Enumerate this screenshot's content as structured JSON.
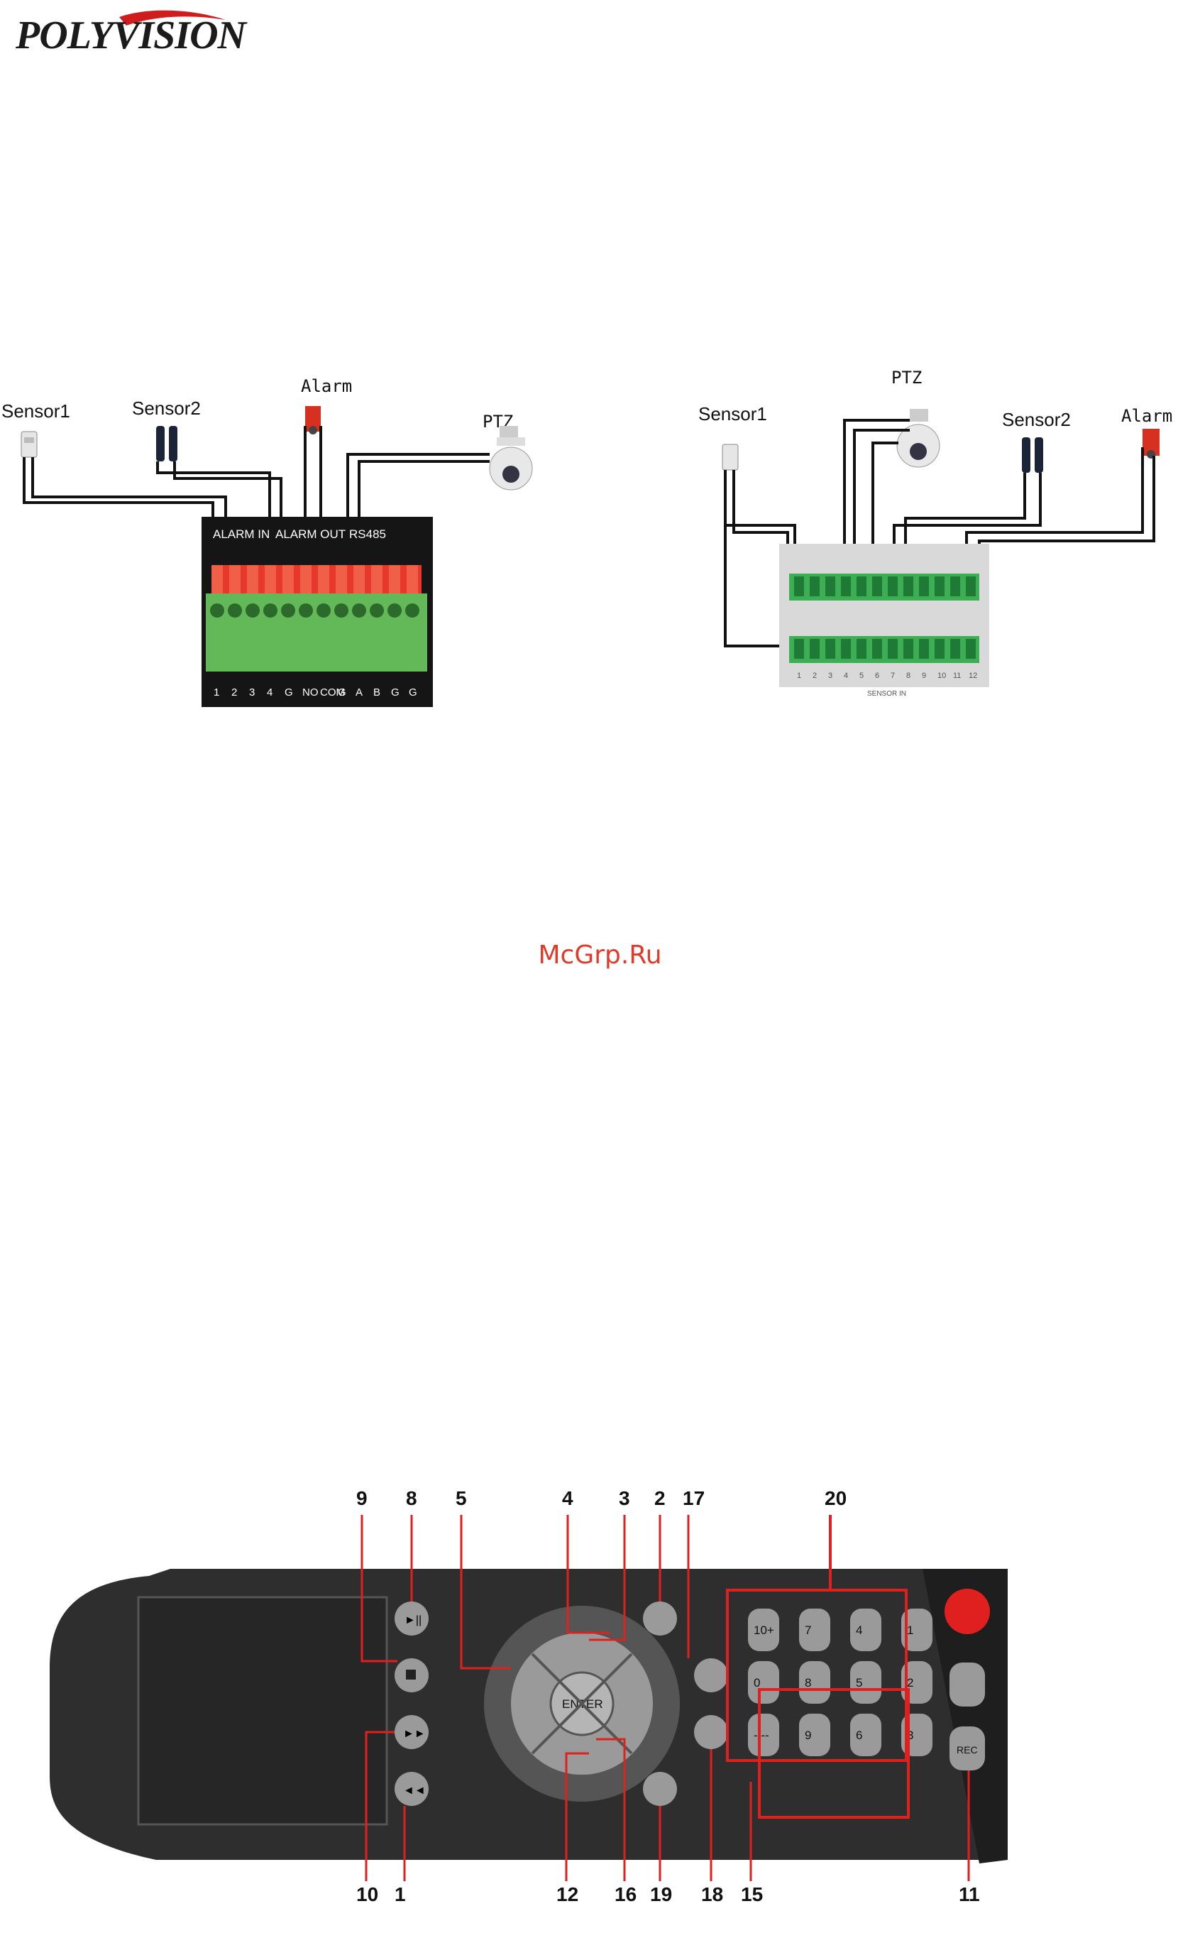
{
  "logo": {
    "text": "POLYVISION"
  },
  "watermark": "McGrp.Ru",
  "diagram_left": {
    "devices": {
      "sensor1": "Sensor1",
      "sensor2": "Sensor2",
      "alarm": "Alarm",
      "ptz": "PTZ"
    },
    "sections": {
      "alarm_in": "ALARM IN",
      "alarm_out": "ALARM OUT",
      "rs485": "RS485"
    },
    "terminals": [
      "1",
      "2",
      "3",
      "4",
      "G",
      "NO",
      "COM",
      "G",
      "A",
      "B",
      "G",
      "G"
    ]
  },
  "diagram_right": {
    "devices": {
      "sensor1": "Sensor1",
      "ptz": "PTZ",
      "sensor2": "Sensor2",
      "alarm": "Alarm"
    },
    "bottom_numbers": [
      "1",
      "2",
      "3",
      "4",
      "5",
      "6",
      "7",
      "8",
      "9",
      "10",
      "11",
      "12"
    ],
    "bottom_caption": "SENSOR IN"
  },
  "remote": {
    "callouts_top": [
      "9",
      "8",
      "5",
      "4",
      "3",
      "2",
      "17",
      "20"
    ],
    "callouts_bottom": [
      "10",
      "1",
      "12",
      "16",
      "19",
      "18",
      "15",
      "11"
    ],
    "keypad": [
      "10+",
      "7",
      "4",
      "1",
      "0",
      "8",
      "5",
      "2",
      "-/--",
      "9",
      "6",
      "3"
    ],
    "enter_label": "ENTER",
    "rec_label": "REC"
  }
}
